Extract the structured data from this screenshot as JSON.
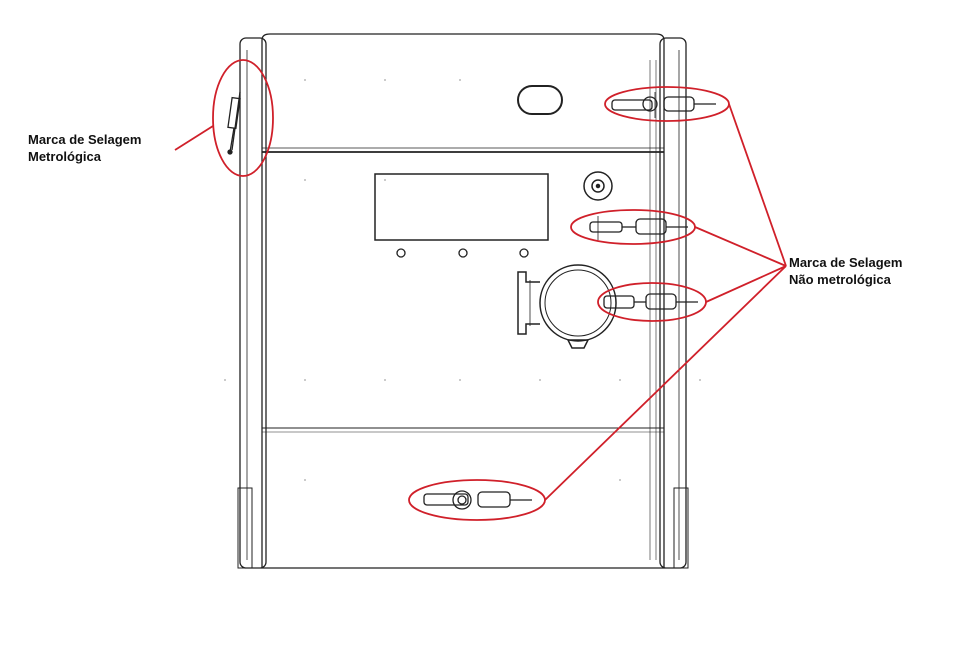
{
  "labels": {
    "metrological": {
      "line1": "Marca de Selagem",
      "line2": "Metrológica"
    },
    "non_metrological": {
      "line1": "Marca de Selagem",
      "line2": "Não metrológica"
    }
  },
  "colors": {
    "callout": "#d0202a",
    "outline": "#222222",
    "background": "#ffffff"
  },
  "icons": [
    "seal-wire-icon",
    "seal-lead-icon",
    "optical-port-icon",
    "button-icon"
  ]
}
